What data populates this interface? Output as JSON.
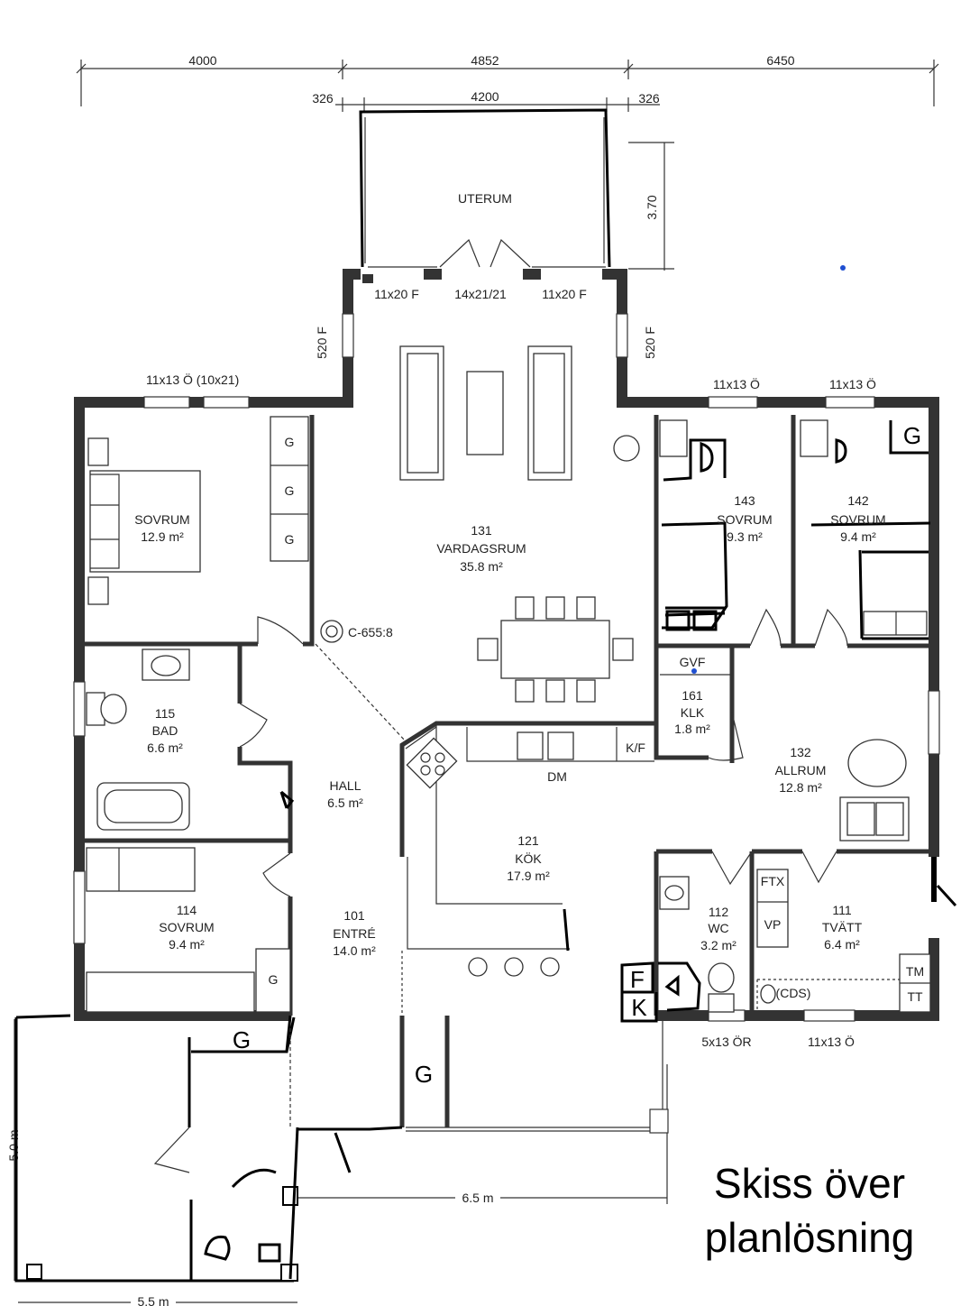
{
  "dimensions": {
    "top": [
      "4000",
      "4852",
      "6450"
    ],
    "second": [
      "326",
      "4200",
      "326"
    ],
    "uterum_depth": "3.70",
    "side_windows": [
      "520 F",
      "520 F"
    ],
    "bottom_width": "6.5 m",
    "annex_width": "5.5 m",
    "annex_height": "5.0 m"
  },
  "windows": {
    "uterum_left": "11x20 F",
    "uterum_door": "14x21/21",
    "uterum_right": "11x20 F",
    "master": "11x13 Ö  (10x21)",
    "room143": "11x13 Ö",
    "room142": "11x13 Ö",
    "wc": "5x13 ÖR",
    "tvatt": "11x13 Ö"
  },
  "rooms": {
    "uterum": {
      "name": "UTERUM"
    },
    "master": {
      "name": "SOVRUM",
      "area": "12.9 m²"
    },
    "vardagsrum": {
      "num": "131",
      "name": "VARDAGSRUM",
      "area": "35.8 m²"
    },
    "r143": {
      "num": "143",
      "name": "SOVRUM",
      "area": "9.3 m²"
    },
    "r142": {
      "num": "142",
      "name": "SOVRUM",
      "area": "9.4 m²"
    },
    "bad": {
      "num": "115",
      "name": "BAD",
      "area": "6.6 m²"
    },
    "hall": {
      "name": "HALL",
      "area": "6.5 m²"
    },
    "klk": {
      "num": "161",
      "name": "KLK",
      "area": "1.8 m²"
    },
    "allrum": {
      "num": "132",
      "name": "ALLRUM",
      "area": "12.8 m²"
    },
    "kok": {
      "num": "121",
      "name": "KÖK",
      "area": "17.9 m²"
    },
    "sovrum114": {
      "num": "114",
      "name": "SOVRUM",
      "area": "9.4 m²"
    },
    "entre": {
      "num": "101",
      "name": "ENTRÉ",
      "area": "14.0 m²"
    },
    "wc": {
      "num": "112",
      "name": "WC",
      "area": "3.2 m²"
    },
    "tvatt": {
      "num": "111",
      "name": "TVÄTT",
      "area": "6.4 m²"
    }
  },
  "fixtures": {
    "g": "G",
    "chimney": "C-655:8",
    "gvf": "GVF",
    "kf": "K/F",
    "dm": "DM",
    "ftx": "FTX",
    "vp": "VP",
    "cds": "(CDS)",
    "tm": "TM",
    "tt": "TT"
  },
  "handwritten": {
    "g": "G",
    "f": "F",
    "k": "K"
  },
  "caption": {
    "line1": "Skiss över",
    "line2": "planlösning"
  },
  "colors": {
    "walls": "#333333",
    "sketch": "#000000",
    "dot": "#1f4fd1"
  }
}
